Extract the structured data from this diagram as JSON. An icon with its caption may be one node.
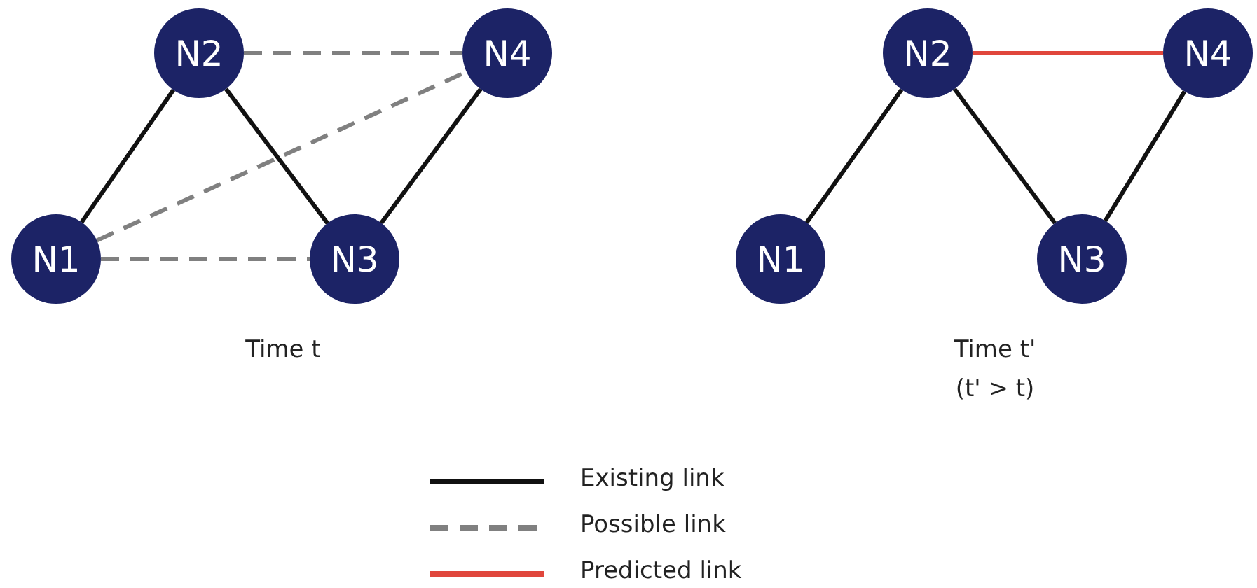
{
  "diagram": {
    "nodes": [
      {
        "text": [
          "N1"
        ]
      },
      {
        "text": [
          "N2"
        ]
      },
      {
        "text": [
          "N3"
        ]
      },
      {
        "text": [
          "N4"
        ]
      },
      {
        "text": [
          "N1"
        ]
      },
      {
        "text": [
          "N2"
        ]
      },
      {
        "text": [
          "N3"
        ]
      },
      {
        "text": [
          "N4"
        ]
      }
    ],
    "edges": [
      {
        "from": 0,
        "to": 1,
        "arrow": "none"
      },
      {
        "from": 1,
        "to": 2,
        "arrow": "none"
      },
      {
        "from": 2,
        "to": 3,
        "arrow": "none"
      },
      {
        "from": 1,
        "to": 3,
        "arrow": "none",
        "style": "dashed",
        "color": "#808080"
      },
      {
        "from": 0,
        "to": 3,
        "arrow": "none",
        "style": "dashed",
        "color": "#808080"
      },
      {
        "from": 0,
        "to": 2,
        "arrow": "none",
        "style": "dashed",
        "color": "#808080"
      },
      {
        "from": 4,
        "to": 5,
        "arrow": "none"
      },
      {
        "from": 5,
        "to": 6,
        "arrow": "none"
      },
      {
        "from": 6,
        "to": 7,
        "arrow": "none"
      },
      {
        "from": 5,
        "to": 7,
        "arrow": "none",
        "color": "#e0463c"
      }
    ],
    "labels": [
      "Time t",
      "Time t'",
      "(t' > t)"
    ],
    "legend": [
      {
        "text": "Existing link"
      },
      {
        "text": "Possible link"
      },
      {
        "text": "Predicted link"
      }
    ]
  }
}
